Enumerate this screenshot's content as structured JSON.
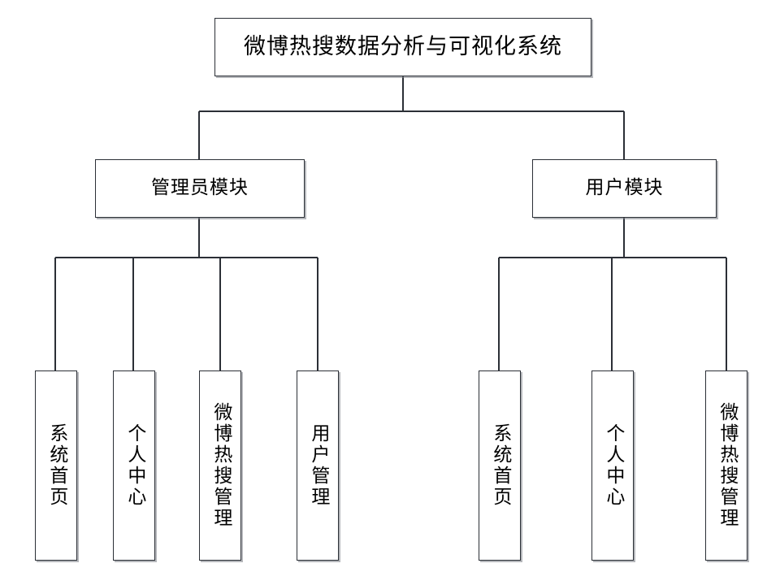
{
  "diagram": {
    "type": "tree-hierarchy",
    "title": "微博热搜数据分析与可视化系统",
    "root": {
      "label": "微博热搜数据分析与可视化系统"
    },
    "branches": [
      {
        "id": "admin",
        "label": "管理员模块",
        "children": [
          {
            "id": "admin-home",
            "label": "系统首页"
          },
          {
            "id": "admin-profile",
            "label": "个人中心"
          },
          {
            "id": "admin-hotsearch",
            "label": "微博热搜管理"
          },
          {
            "id": "admin-users",
            "label": "用户管理"
          }
        ]
      },
      {
        "id": "user",
        "label": "用户模块",
        "children": [
          {
            "id": "user-home",
            "label": "系统首页"
          },
          {
            "id": "user-profile",
            "label": "个人中心"
          },
          {
            "id": "user-hotsearch",
            "label": "微博热搜管理"
          }
        ]
      }
    ],
    "style": {
      "background": "#ffffff",
      "box_fill": "#ffffff",
      "box_border": "#2b2f36",
      "connector_color": "#2b2f36",
      "shadow": "#787c84",
      "text_color": "#000000"
    }
  }
}
